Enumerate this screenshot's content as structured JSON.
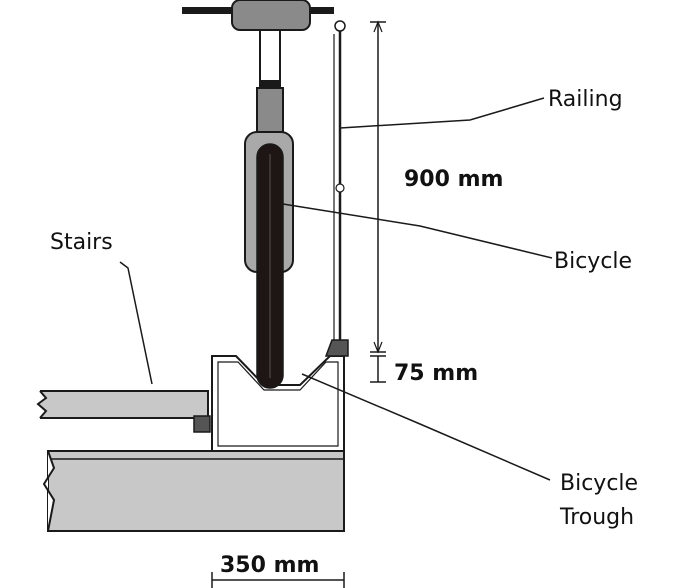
{
  "labels": {
    "railing": "Railing",
    "bicycle": "Bicycle",
    "stairs": "Stairs",
    "trough_line1": "Bicycle",
    "trough_line2": "Trough"
  },
  "dimensions": {
    "railing_height": "900 mm",
    "trough_offset": "75 mm",
    "trough_width": "350 mm"
  },
  "colors": {
    "stroke": "#1a1a1a",
    "concrete_fill": "#c8c8c8",
    "tire": "#1e1614",
    "fork_fill": "#a9a9a9"
  }
}
